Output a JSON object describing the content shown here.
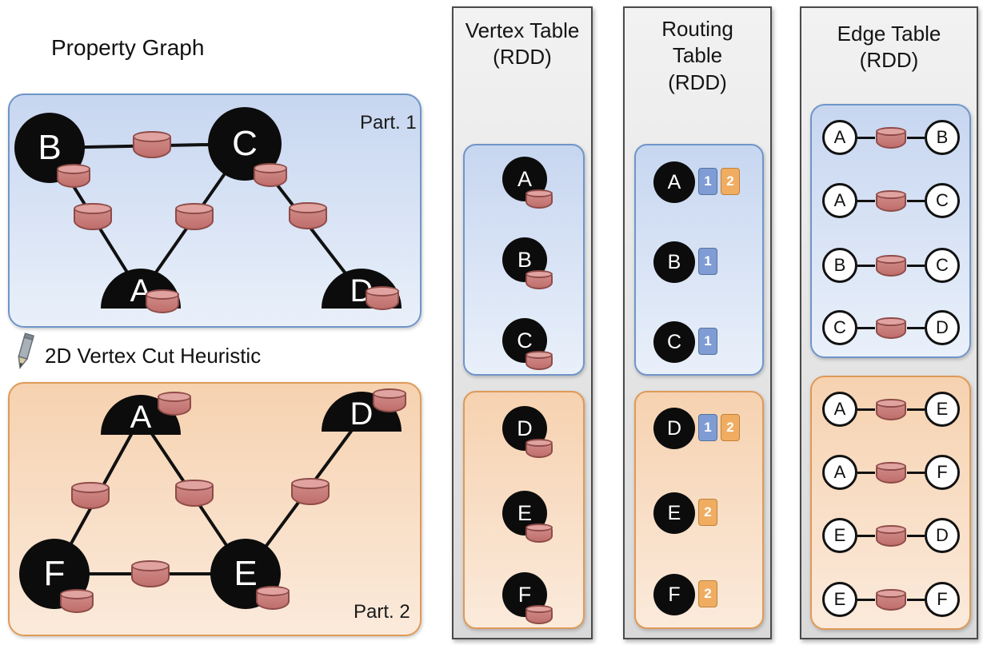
{
  "property_graph": {
    "title": "Property Graph",
    "cut_heuristic_label": "2D Vertex Cut Heuristic",
    "part1": {
      "label": "Part. 1",
      "vertices": {
        "b": "B",
        "c": "C",
        "a": "A",
        "d": "D"
      }
    },
    "part2": {
      "label": "Part. 2",
      "vertices": {
        "a": "A",
        "d": "D",
        "f": "F",
        "e": "E"
      }
    }
  },
  "vertex_table": {
    "title": "Vertex Table\n(RDD)",
    "part1": [
      "A",
      "B",
      "C"
    ],
    "part2": [
      "D",
      "E",
      "F"
    ]
  },
  "routing_table": {
    "title": "Routing\nTable\n(RDD)",
    "part1": [
      {
        "vertex": "A",
        "partitions": [
          "1",
          "2"
        ]
      },
      {
        "vertex": "B",
        "partitions": [
          "1"
        ]
      },
      {
        "vertex": "C",
        "partitions": [
          "1"
        ]
      }
    ],
    "part2": [
      {
        "vertex": "D",
        "partitions": [
          "1",
          "2"
        ]
      },
      {
        "vertex": "E",
        "partitions": [
          "2"
        ]
      },
      {
        "vertex": "F",
        "partitions": [
          "2"
        ]
      }
    ]
  },
  "edge_table": {
    "title": "Edge Table\n(RDD)",
    "part1": [
      {
        "src": "A",
        "dst": "B"
      },
      {
        "src": "A",
        "dst": "C"
      },
      {
        "src": "B",
        "dst": "C"
      },
      {
        "src": "C",
        "dst": "D"
      }
    ],
    "part2": [
      {
        "src": "A",
        "dst": "E"
      },
      {
        "src": "A",
        "dst": "F"
      },
      {
        "src": "E",
        "dst": "D"
      },
      {
        "src": "E",
        "dst": "F"
      }
    ]
  },
  "colors": {
    "blue_border": "#6f95c8",
    "blue_top": "#c7d6f0",
    "blue_bottom": "#e9f0fa",
    "orange_border": "#de9a58",
    "orange_top": "#f6d2b0",
    "orange_bottom": "#fbeadb",
    "gray_top": "#f2f2f2",
    "gray_bottom": "#d9d9d9",
    "gray_border": "#4a4a4a",
    "cyl_top": "#e0a3a0",
    "cyl_body": "#d18c89",
    "cyl_border": "#8e4b48",
    "badge_blue": "#7f9dd4",
    "badge_blue_border": "#54719f",
    "badge_orange": "#f0ad62",
    "badge_orange_border": "#bf8136",
    "vertex_fill": "#0c0c0c",
    "edge_color": "#111111"
  }
}
